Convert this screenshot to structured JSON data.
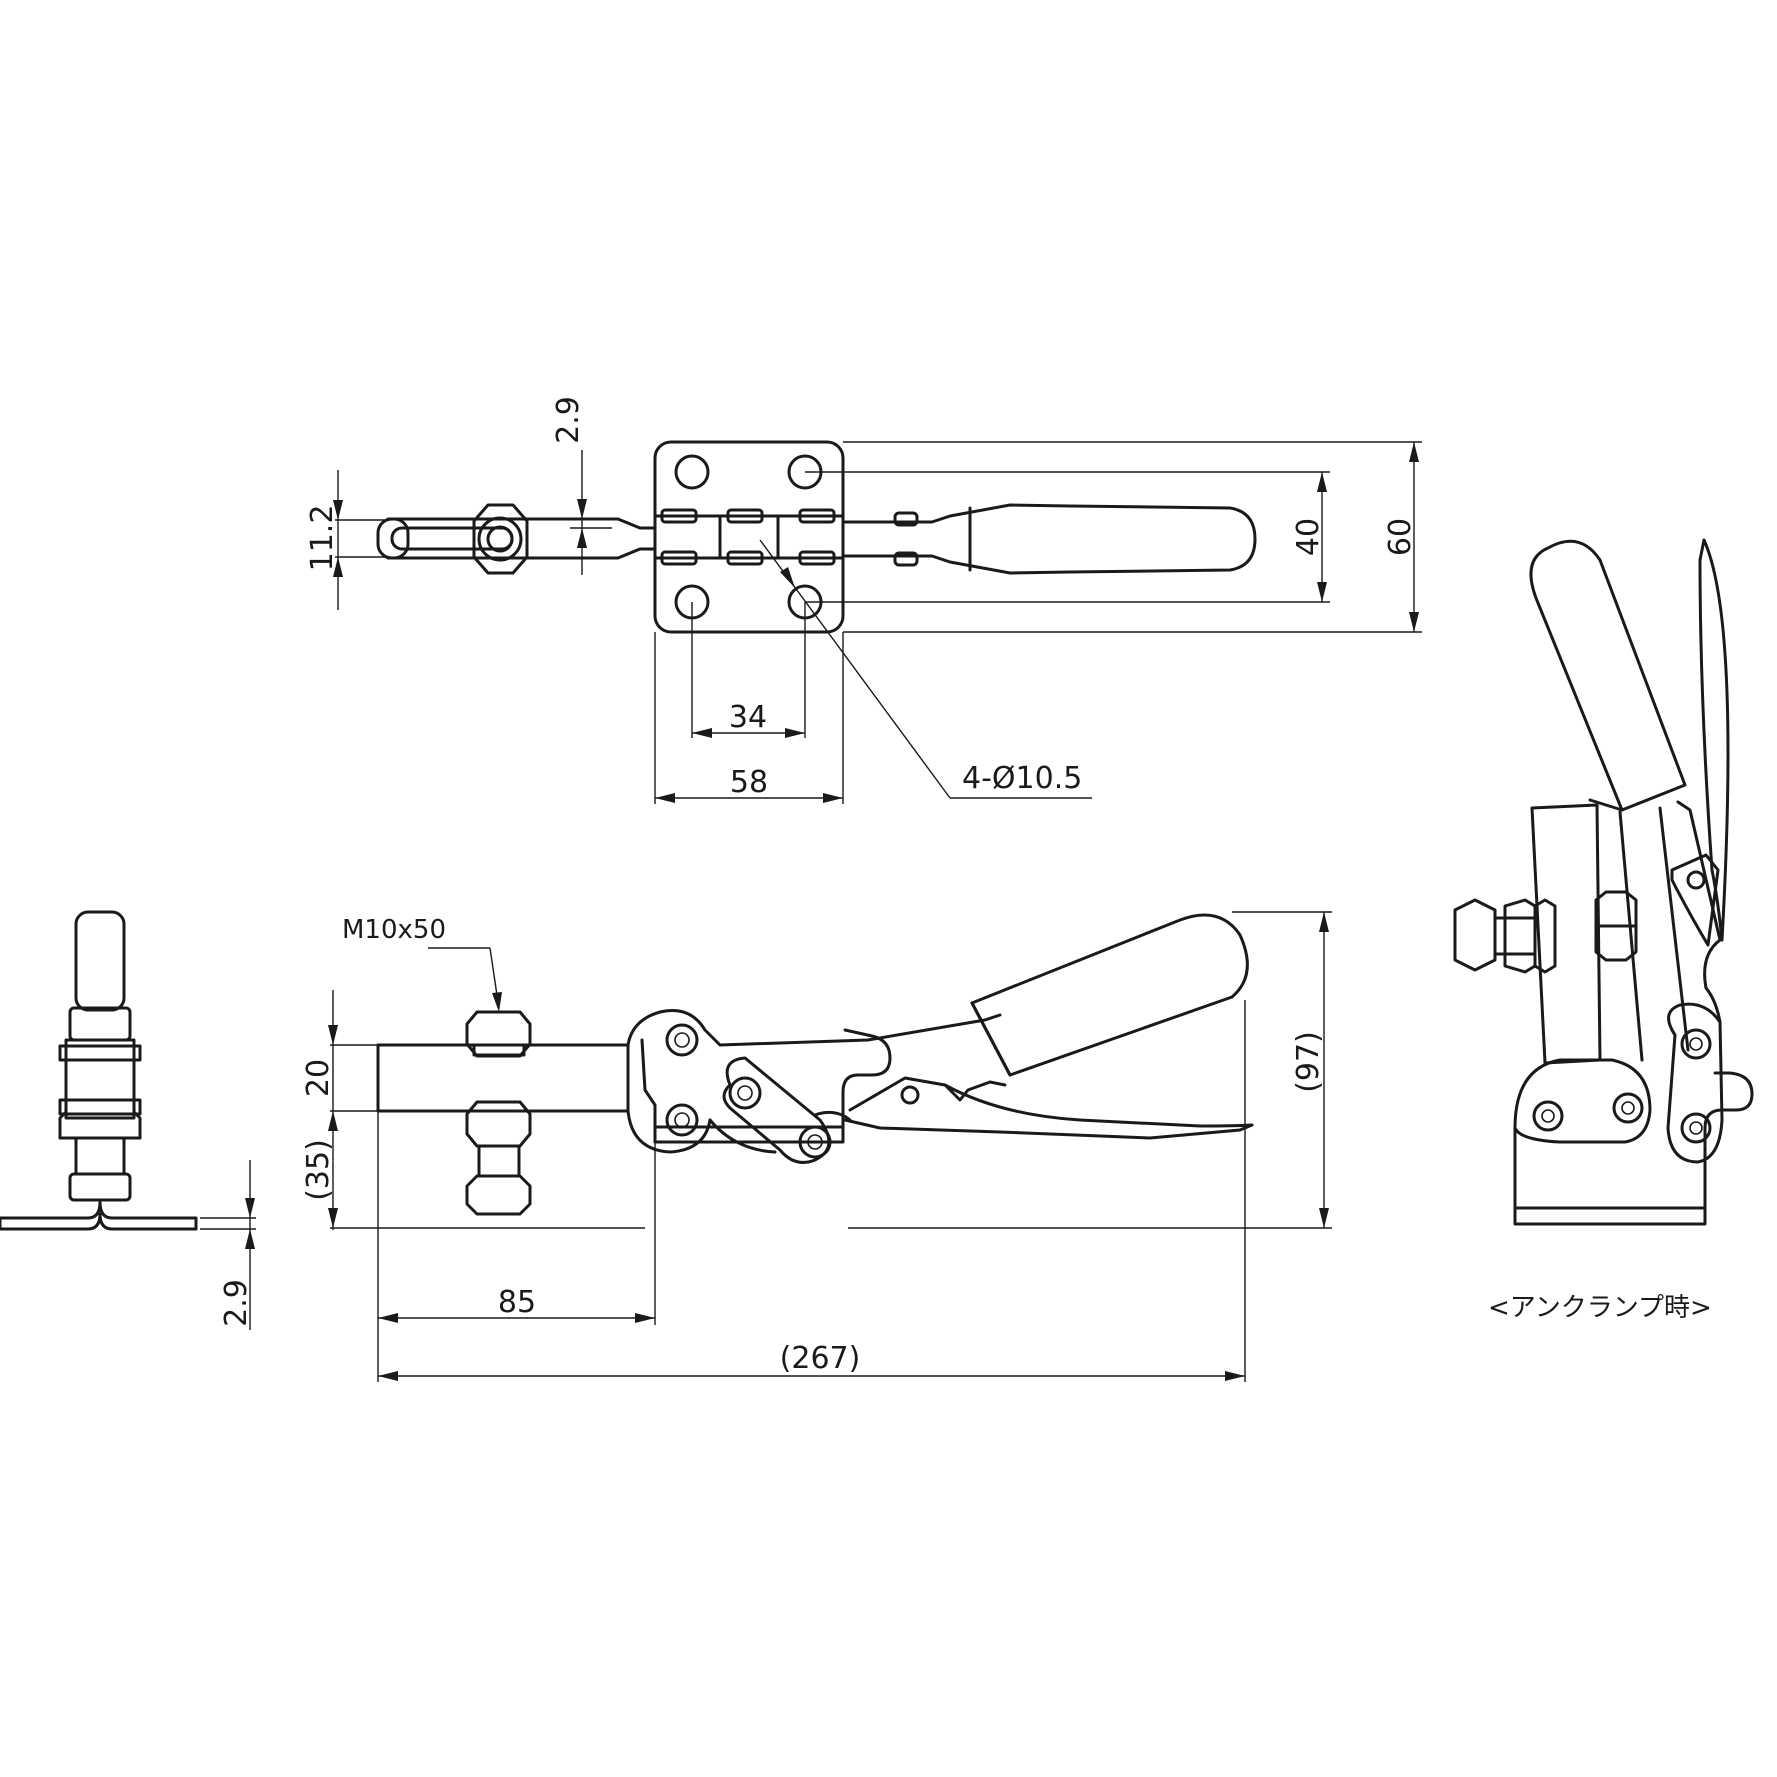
{
  "dimensions": {
    "offset_top": "2.9",
    "arm_width": "11.2",
    "hole_pitch_y": "40",
    "base_width": "60",
    "hole_pitch_x": "34",
    "base_length": "58",
    "hole_spec": "4-Ø10.5",
    "bolt_spec": "M10x50",
    "arm_height": "20",
    "spindle_height": "(35)",
    "total_height": "(97)",
    "base_offset": "85",
    "total_length": "(267)",
    "plate_thickness": "2.9"
  },
  "captions": {
    "unclamp": "<アンクランプ時>"
  }
}
